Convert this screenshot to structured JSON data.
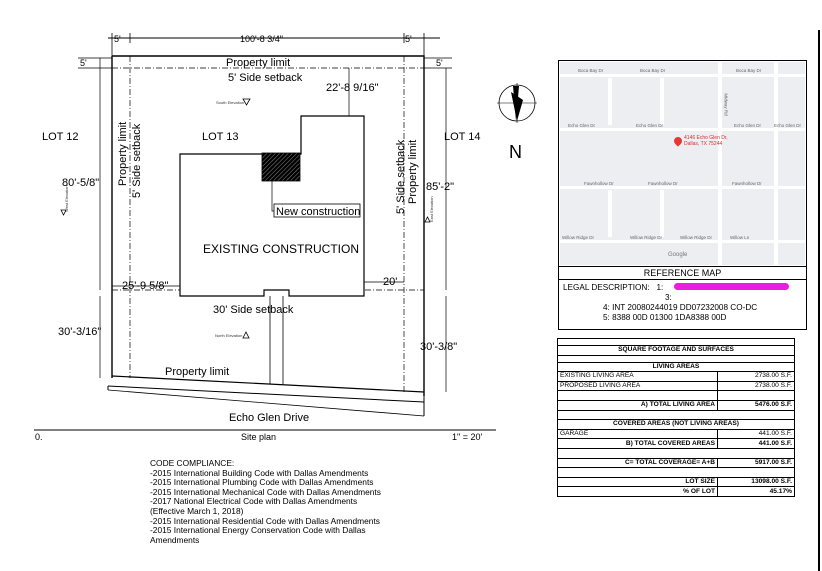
{
  "plan": {
    "top_dim_left": "5'",
    "top_dim_main": "100'-8 3/4\"",
    "top_dim_right": "5'",
    "left_corner_dim": "5'",
    "right_corner_dim": "5'",
    "property_limit_top": "Property limit",
    "side_setback_top": "5' Side setback",
    "dim_22": "22'-8 9/16\"",
    "lot_12": "LOT 12",
    "lot_13": "LOT 13",
    "lot_14": "LOT 14",
    "property_limit_left": "Property limit",
    "side_setback_left": "5' Side setback",
    "dim_80": "80'-5/8\"",
    "dim_85": "85'-2\"",
    "side_setback_right": "5' Side setback",
    "property_limit_right": "Property limit",
    "new_construction": "New construction",
    "existing_construction": "EXISTING CONSTRUCTION",
    "dim_25": "25'-9 5/8\"",
    "dim_20": "20'",
    "side_setback_bottom": "30' Side setback",
    "dim_30_left": "30'-3/16\"",
    "dim_30_right": "30'-3/8\"",
    "property_limit_bottom": "Property limit",
    "street": "Echo Glen Drive",
    "south_elev": "South Elevation",
    "north_elev": "North Elevation",
    "east_elev": "East Elevation",
    "west_elev": "West Elevation",
    "north_label": "N",
    "sheet_num": "0.",
    "sheet_title": "Site plan",
    "scale": "1\" = 20'"
  },
  "code": {
    "title": "CODE COMPLIANCE:",
    "lines": [
      "-2015 International Building Code with Dallas Amendments",
      "-2015 International Plumbing Code with Dallas Amendments",
      "-2015 International Mechanical Code with Dallas Amendments",
      "-2017 National Electrical Code with Dallas Amendments",
      "(Effective March 1, 2018)",
      "-2015 International Residential Code with Dallas Amendments",
      "-2015 International Energy Conservation Code with Dallas",
      "Amendments"
    ]
  },
  "map": {
    "pin_text": "4146 Echo Glen Dr, Dallas, TX 75244",
    "google": "Google",
    "streets": [
      "Boca Bay Dr",
      "Boca Bay Dr",
      "Boca Bay Dr",
      "Echo Glen Dr",
      "Echo Glen Dr",
      "Echo Glen Dr",
      "Echo Glen Dr",
      "Fawnhollow Dr",
      "Fawnhollow Dr",
      "Fawnhollow Dr",
      "Willow Ridge Dr",
      "Willow Ridge Dr",
      "Willow Ridge Dr",
      "Willow Ln",
      "Midway Rd"
    ],
    "ref_title": "REFERENCE MAP",
    "legal_label": "LEGAL DESCRIPTION:",
    "legal_1": "1:",
    "legal_3": "3:",
    "legal_4": "4: INT 20080244019 DD07232008 CO-DC",
    "legal_5": "5: 8388 00D 01300 1DA8388 00D"
  },
  "table": {
    "title": "SQUARE FOOTAGE AND SURFACES",
    "living_header": "LIVING AREAS",
    "existing_label": "EXISTING LIVING AREA",
    "existing_value": "2738.00 S.F.",
    "proposed_label": "PROPOSED LIVING AREA",
    "proposed_value": "2738.00 S.F.",
    "total_living_label": "A) TOTAL LIVING AREA",
    "total_living_value": "5476.00 S.F.",
    "covered_header": "COVERED AREAS (NOT LIVING AREAS)",
    "garage_label": "GARAGE",
    "garage_value": "441.00 S.F.",
    "total_covered_label": "B) TOTAL COVERED AREAS",
    "total_covered_value": "441.00 S.F.",
    "total_coverage_label": "C= TOTAL COVERAGE= A+B",
    "total_coverage_value": "5917.00 S.F.",
    "lot_size_label": "LOT SIZE",
    "lot_size_value": "13098.00 S.F.",
    "pct_lot_label": "% OF LOT",
    "pct_lot_value": "45.17%"
  },
  "colors": {
    "redaction": "#e91ee0",
    "pin": "#e53935"
  }
}
